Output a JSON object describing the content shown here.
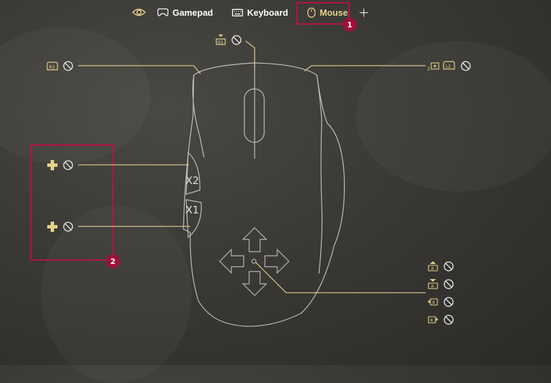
{
  "nav": {
    "tabs": [
      {
        "label": "Gamepad",
        "icon": "gamepad-icon"
      },
      {
        "label": "Keyboard",
        "icon": "keyboard-icon"
      },
      {
        "label": "Mouse",
        "icon": "mouse-icon",
        "active": true
      }
    ],
    "visibility_icon": "eye-icon",
    "add_icon": "plus-icon"
  },
  "callouts": {
    "one": "1",
    "two": "2"
  },
  "mouse": {
    "x2_label": "X2",
    "x1_label": "X1"
  },
  "mappings": {
    "middle_click": {
      "binding_icon": "r3-stick-press-icon",
      "state_icon": "disabled-icon"
    },
    "left_click": {
      "binding_icon": "r2-trigger-icon",
      "state_icon": "disabled-icon"
    },
    "right_click": {
      "binding_icon": "l2-trigger-icon",
      "state_icon": "disabled-icon"
    },
    "x2_button": {
      "binding_icon": "dpad-icon",
      "state_icon": "disabled-icon"
    },
    "x1_button": {
      "binding_icon": "dpad-icon",
      "state_icon": "disabled-icon"
    },
    "move_up": {
      "binding_icon": "right-stick-up-icon",
      "state_icon": "disabled-icon"
    },
    "move_down": {
      "binding_icon": "right-stick-down-icon",
      "state_icon": "disabled-icon"
    },
    "move_left": {
      "binding_icon": "right-stick-left-icon",
      "state_icon": "disabled-icon"
    },
    "move_right": {
      "binding_icon": "right-stick-right-icon",
      "state_icon": "disabled-icon"
    }
  },
  "colors": {
    "accent": "#e8d08a",
    "highlight": "#b4153f",
    "badge": "#a0103a",
    "line": "#d9c38a"
  }
}
